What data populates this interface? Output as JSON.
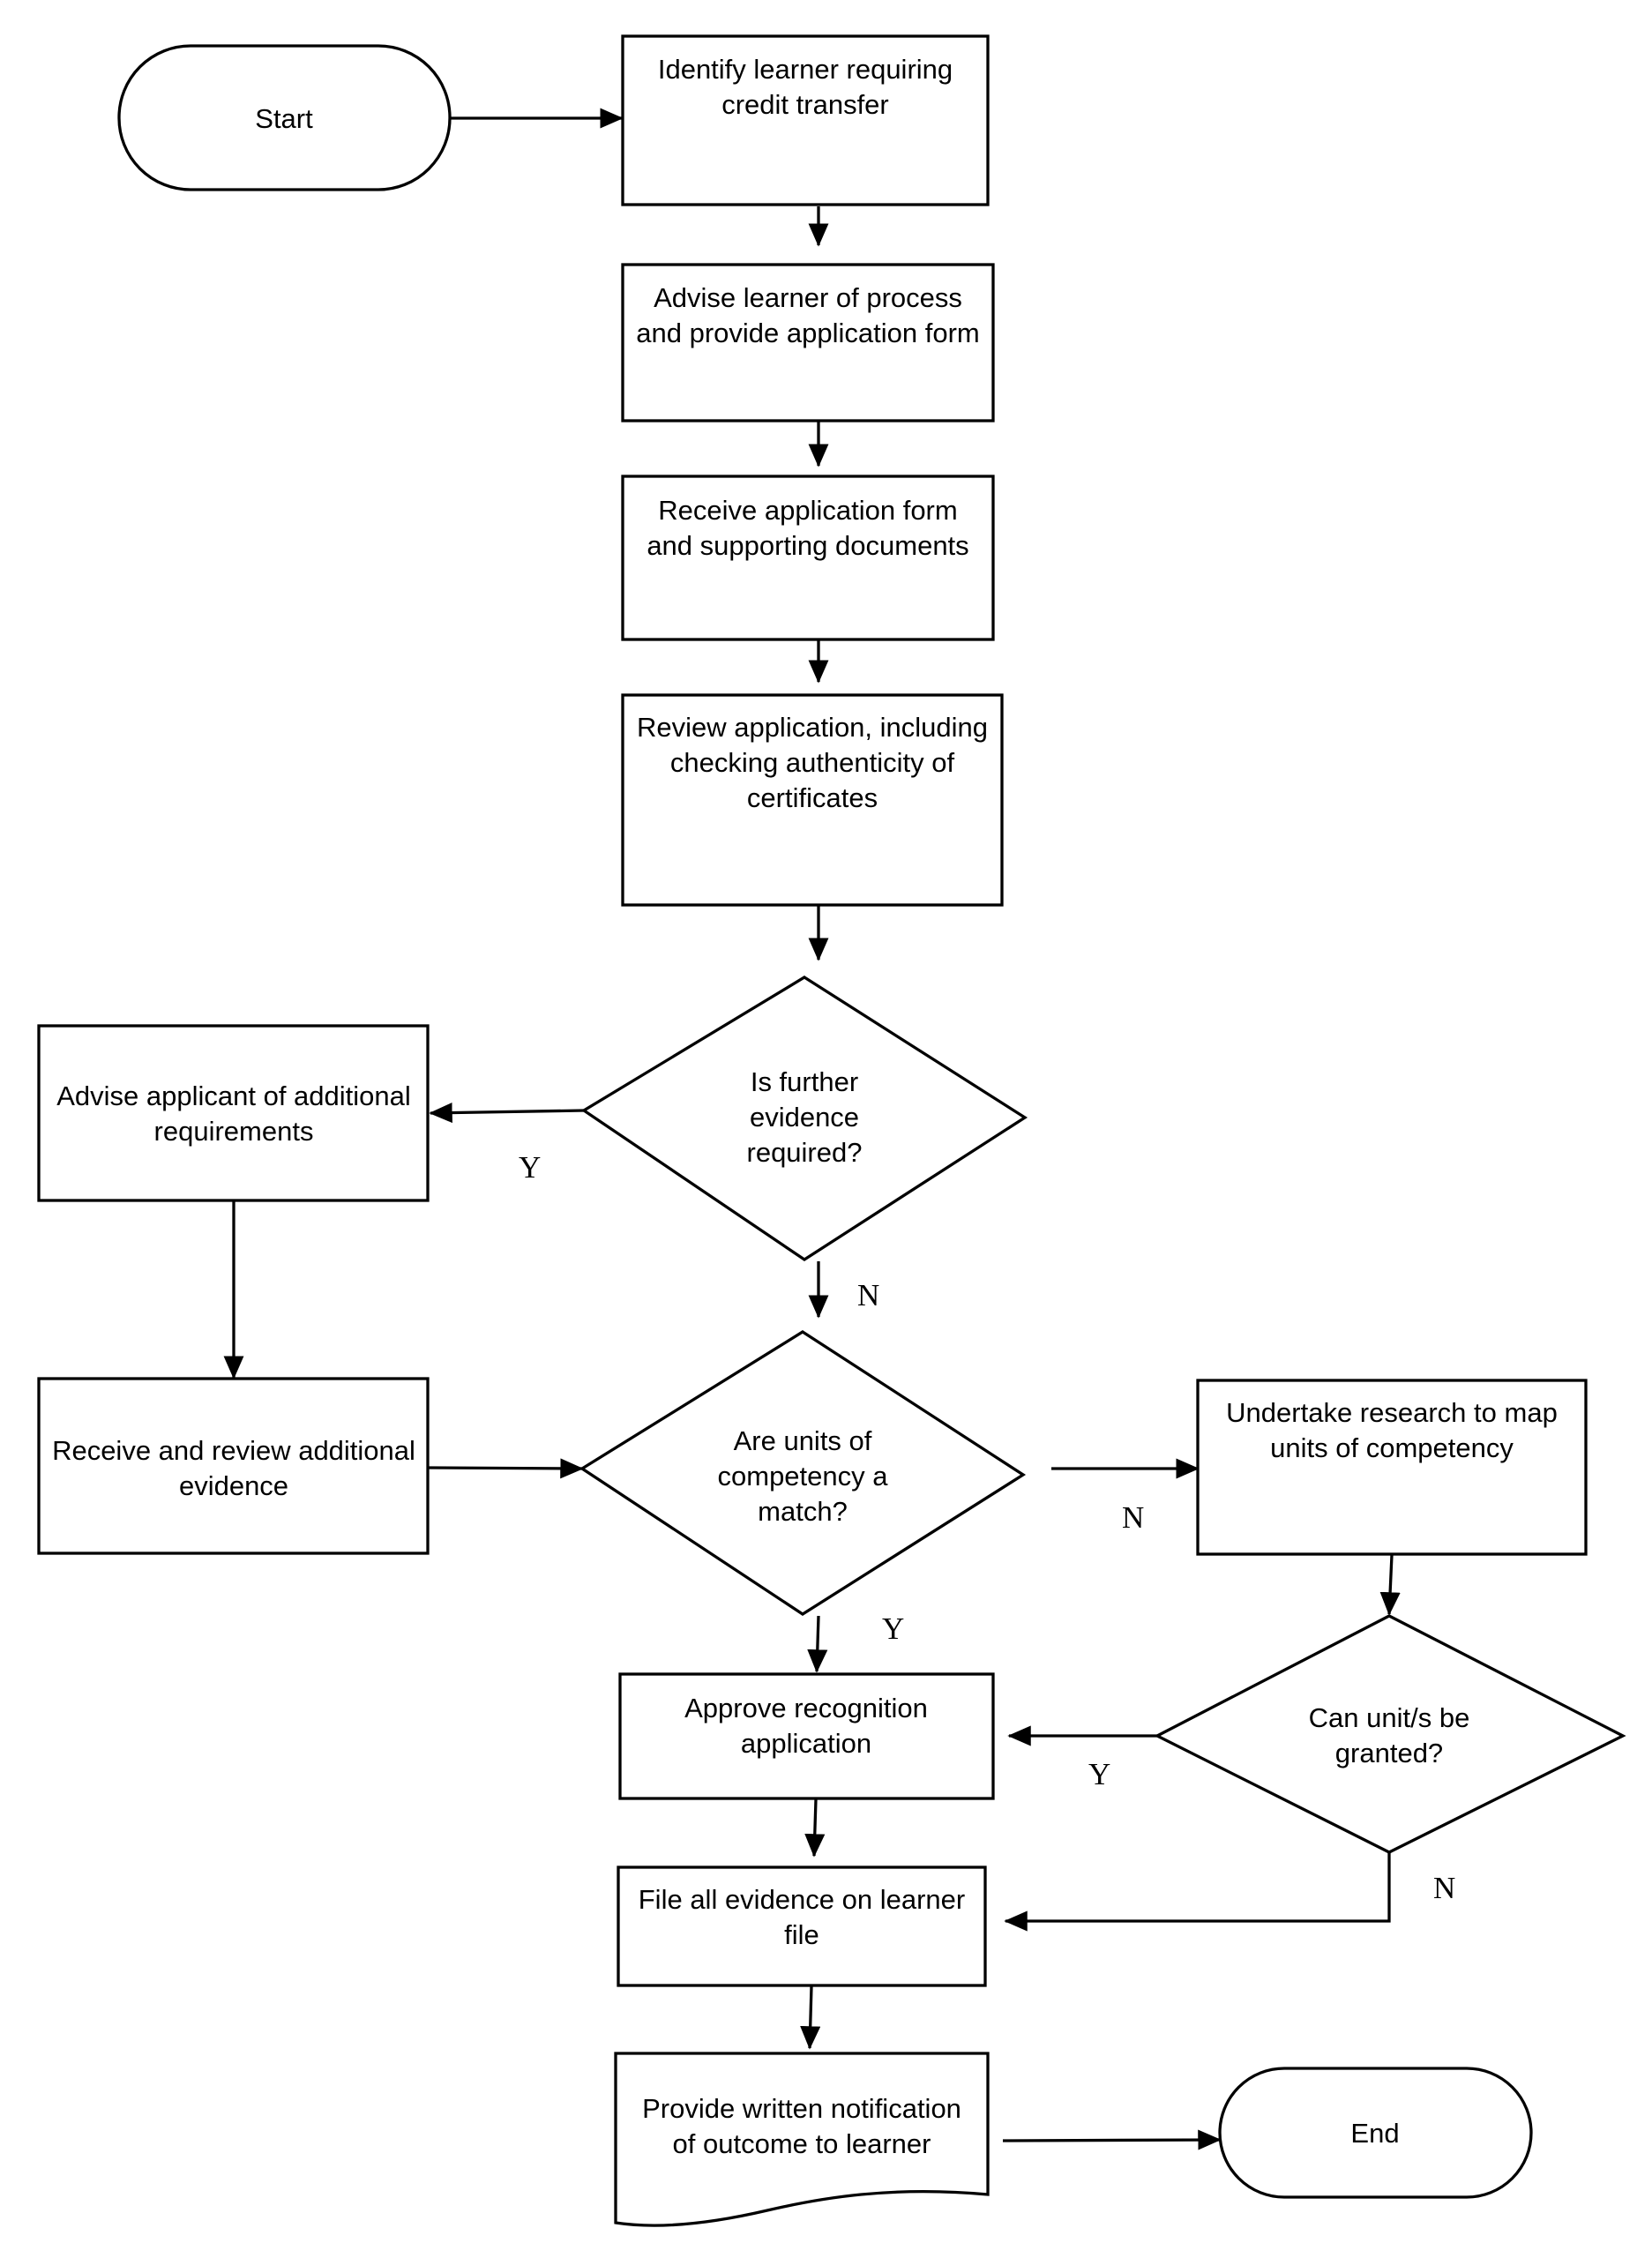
{
  "nodes": {
    "start": {
      "lines": [
        "Start"
      ]
    },
    "identify": {
      "lines": [
        "Identify learner requiring",
        "credit transfer"
      ]
    },
    "advise": {
      "lines": [
        "Advise learner of process",
        "and provide application form"
      ]
    },
    "receive_form": {
      "lines": [
        "Receive application form",
        "and supporting documents"
      ]
    },
    "review": {
      "lines": [
        "Review application, including",
        "checking authenticity of",
        "certificates"
      ]
    },
    "further_evidence": {
      "lines": [
        "Is further",
        "evidence",
        "required?"
      ]
    },
    "advise_additional": {
      "lines": [
        "Advise applicant of additional",
        "requirements"
      ]
    },
    "receive_additional": {
      "lines": [
        "Receive and review additional",
        "evidence"
      ]
    },
    "units_match": {
      "lines": [
        "Are units of",
        "competency a",
        "match?"
      ]
    },
    "research": {
      "lines": [
        "Undertake research to map",
        "units of competency"
      ]
    },
    "can_grant": {
      "lines": [
        "Can unit/s be",
        "granted?"
      ]
    },
    "approve": {
      "lines": [
        "Approve recognition",
        "application"
      ]
    },
    "file": {
      "lines": [
        "File all evidence on learner",
        "file"
      ]
    },
    "notify": {
      "lines": [
        "Provide written notification",
        "of outcome to learner"
      ]
    },
    "end": {
      "lines": [
        "End"
      ]
    }
  },
  "edge_labels": {
    "further_yes": "Y",
    "further_no": "N",
    "match_no": "N",
    "match_yes": "Y",
    "grant_yes": "Y",
    "grant_no": "N"
  }
}
